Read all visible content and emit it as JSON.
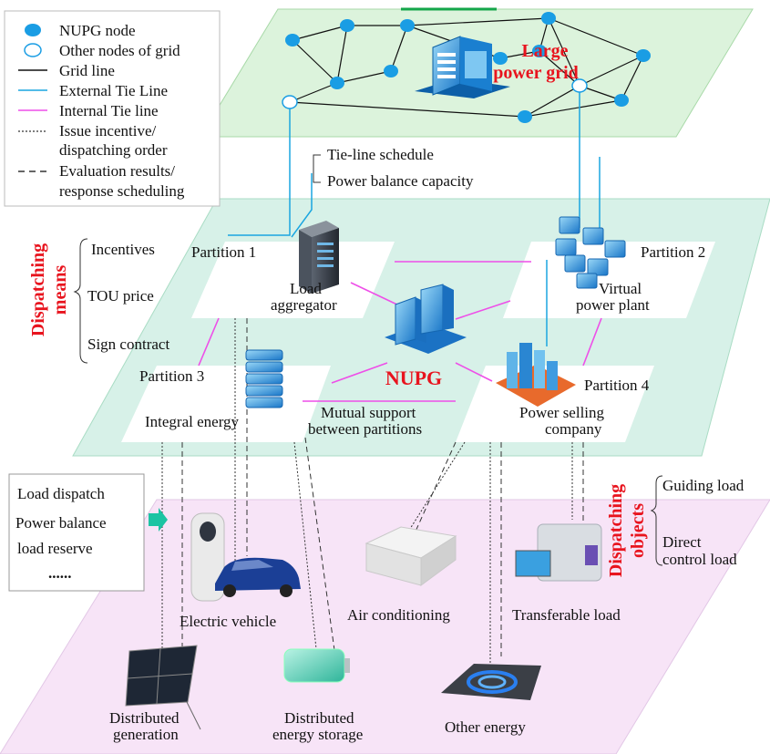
{
  "legend": {
    "nupg_node": "NUPG node",
    "other_nodes": "Other nodes of grid",
    "grid_line": "Grid line",
    "external_tie": "External Tie Line",
    "internal_tie": "Internal Tie line",
    "issue_line1": "Issue incentive/",
    "issue_line2": "dispatching order",
    "eval_line1": "Evaluation results/",
    "eval_line2": "response scheduling"
  },
  "top_layer": {
    "title_line1": "Large",
    "title_line2": "power grid"
  },
  "schedule": {
    "tie_line": "Tie-line schedule",
    "balance": "Power balance capacity"
  },
  "dispatching_means": {
    "title_line1": "Dispatching",
    "title_line2": "means",
    "items": [
      "Incentives",
      "TOU price",
      "Sign contract"
    ]
  },
  "middle_layer": {
    "partition1": "Partition 1",
    "partition2": "Partition 2",
    "partition3": "Partition 3",
    "partition4": "Partition 4",
    "load_agg_line1": "Load",
    "load_agg_line2": "aggregator",
    "vpp_line1": "Virtual",
    "vpp_line2": "power plant",
    "integral_energy": "Integral energy",
    "psc_line1": "Power selling",
    "psc_line2": "company",
    "nupg": "NUPG",
    "mutual_line1": "Mutual support",
    "mutual_line2": "between partitions"
  },
  "dispatching_objects": {
    "title_line1": "Dispatching",
    "title_line2": "objects",
    "guiding": "Guiding load",
    "direct_line1": "Direct",
    "direct_line2": "control load"
  },
  "bottom_box": {
    "items": [
      "Load dispatch",
      "Power balance",
      "load reserve",
      "......"
    ]
  },
  "bottom_layer": {
    "ev": "Electric vehicle",
    "ac": "Air conditioning",
    "transferable": "Transferable load",
    "dg_line1": "Distributed",
    "dg_line2": "generation",
    "des_line1": "Distributed",
    "des_line2": "energy storage",
    "other_energy": "Other energy"
  },
  "colors": {
    "top_plane": "#dcf3dc",
    "middle_plane": "#d7f1e8",
    "bottom_plane": "#f7e4f7",
    "external_tie": "#1aa6e0",
    "internal_tie": "#ee4fe8",
    "node": "#1a9de4",
    "title_red": "#e8141e"
  }
}
